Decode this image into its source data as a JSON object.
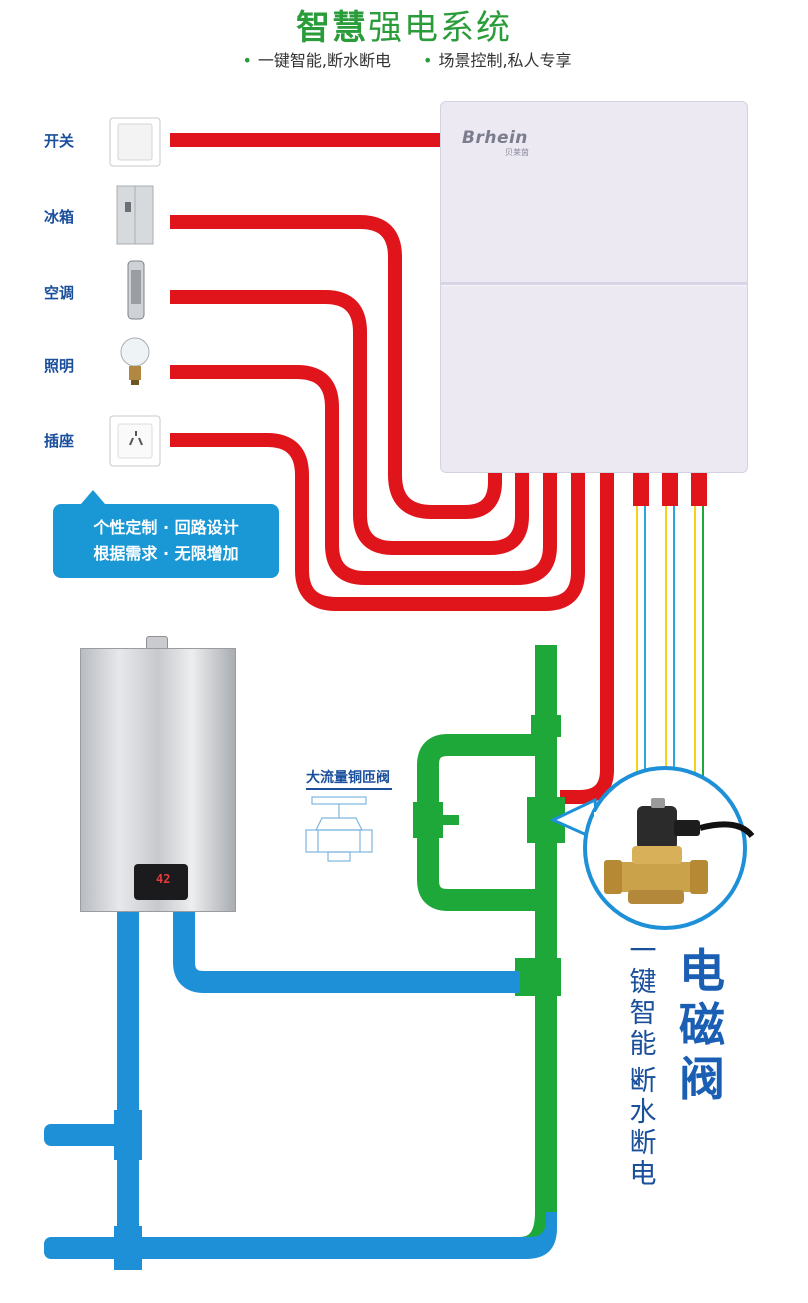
{
  "header": {
    "title_bold": "智慧",
    "title_light": "强电系统",
    "sub_left": "一键智能,断水断电",
    "sub_right": "场景控制,私人专享",
    "bullet": "•"
  },
  "appliances": [
    {
      "label": "开关",
      "icon": "switch-icon"
    },
    {
      "label": "冰箱",
      "icon": "fridge-icon"
    },
    {
      "label": "空调",
      "icon": "air-conditioner-icon"
    },
    {
      "label": "照明",
      "icon": "light-bulb-icon"
    },
    {
      "label": "插座",
      "icon": "socket-icon"
    }
  ],
  "callout": {
    "line1": "个性定制 · 回路设计",
    "line2": "根据需求 · 无限增加"
  },
  "panel": {
    "brand": "Brhein",
    "brand_sub": "贝莱茵"
  },
  "heater": {
    "display": "42"
  },
  "valve": {
    "label": "大流量铜匝阀"
  },
  "solenoid": {
    "title": [
      "电",
      "磁",
      "阀"
    ],
    "col1": [
      "一",
      "键",
      "智",
      "能",
      "、"
    ],
    "col2": [
      "断",
      "水",
      "断",
      "电"
    ]
  },
  "colors": {
    "wire": "#e0141b",
    "water_green": "#1fa83a",
    "water_blue": "#1e90d8",
    "accent_blue": "#1a5fb4",
    "title_green": "#2a9d3a"
  }
}
